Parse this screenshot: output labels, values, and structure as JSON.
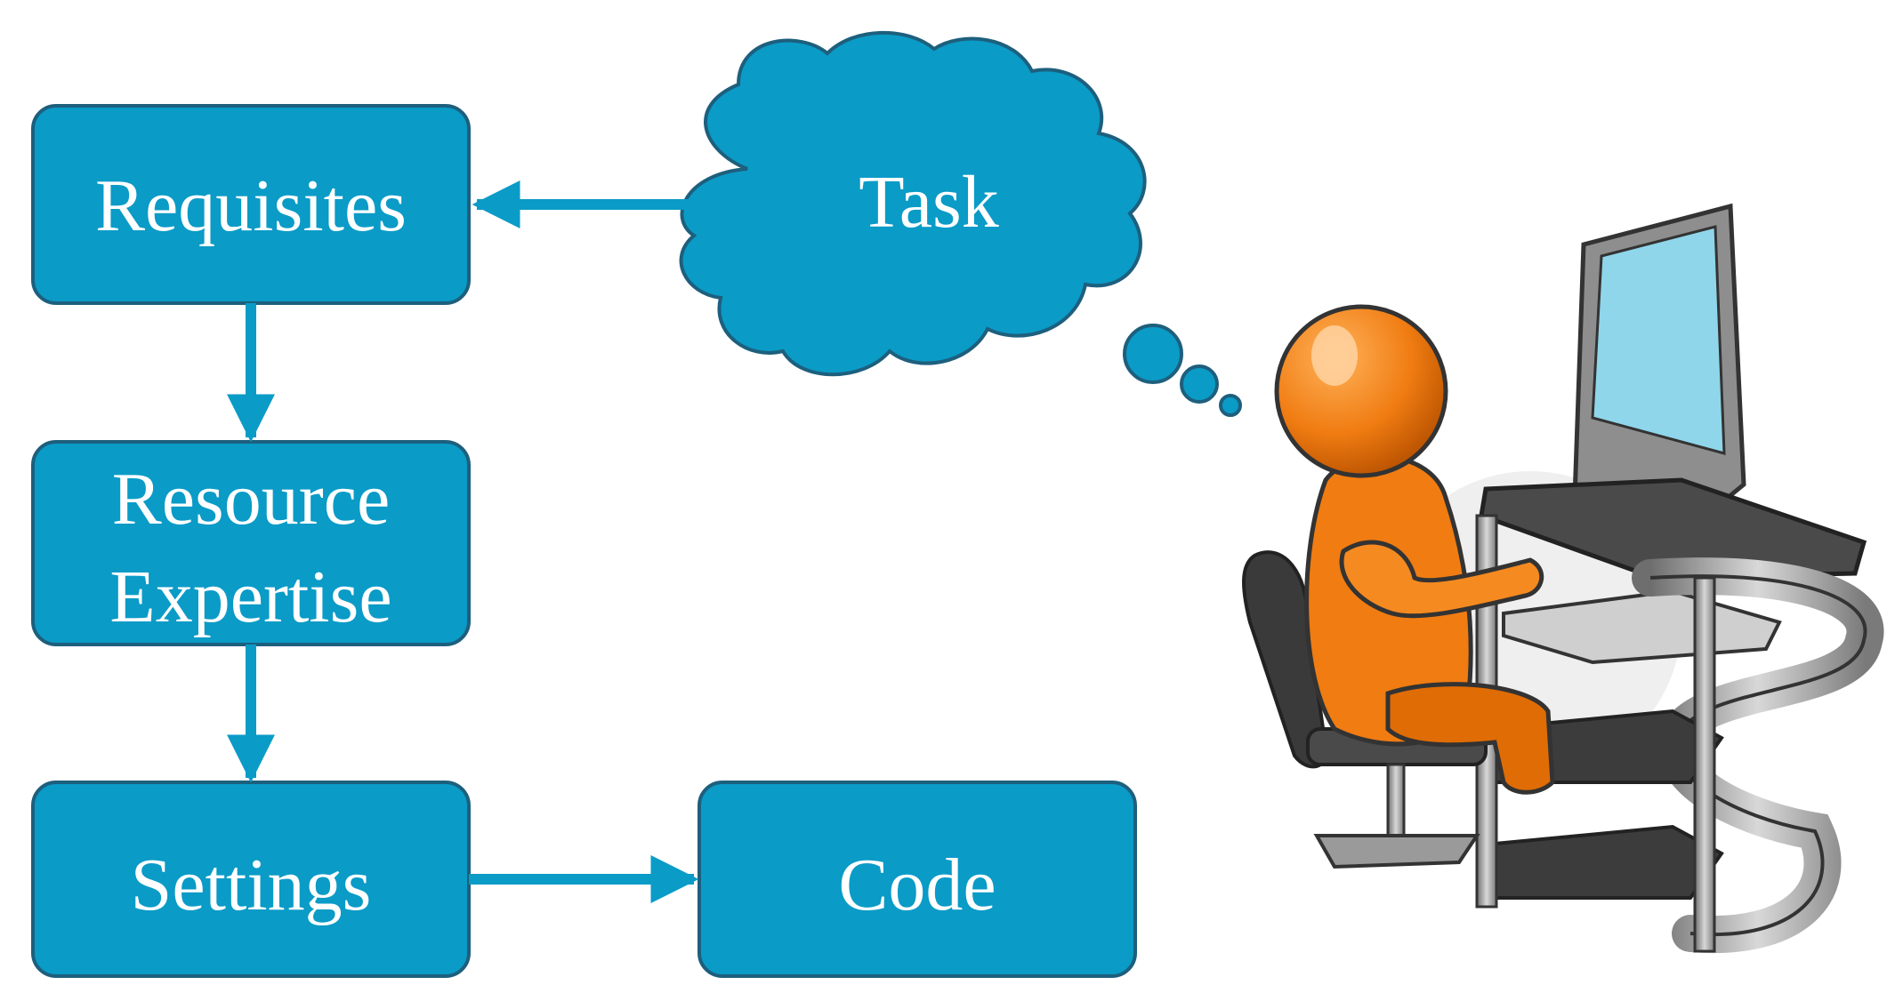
{
  "diagram": {
    "nodes": {
      "requisites": "Requisites",
      "task": "Task",
      "resource_line1": "Resource",
      "resource_line2": "Expertise",
      "settings": "Settings",
      "code": "Code"
    },
    "edges": [
      {
        "from": "task",
        "to": "requisites"
      },
      {
        "from": "requisites",
        "to": "resource"
      },
      {
        "from": "resource",
        "to": "settings"
      },
      {
        "from": "settings",
        "to": "code"
      }
    ],
    "illustration": "person-at-computer-icon"
  },
  "colors": {
    "box_fill": "#0a9bc7",
    "box_stroke": "#1d5f7d",
    "arrow": "#0a9bc7",
    "text": "#ffffff",
    "figure": "#f07c12"
  }
}
